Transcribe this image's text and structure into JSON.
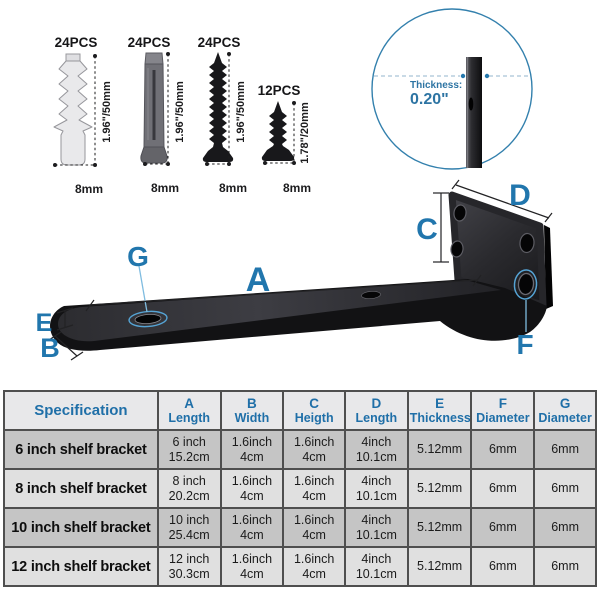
{
  "colors": {
    "accent_blue": "#2176ad",
    "detail_blue": "#2d74a3",
    "table_header_blue": "#1f6fa8",
    "row_dark": "#c5c5c5",
    "row_light": "#e0e0e0",
    "bracket_black": "#1b1b1e"
  },
  "hardware": {
    "items": [
      {
        "type": "white-plastic-anchor",
        "qty": "24PCS",
        "length": "1.96\"/50mm",
        "width": "8mm"
      },
      {
        "type": "gray-plastic-anchor",
        "qty": "24PCS",
        "length": "1.96\"/50mm",
        "width": "8mm"
      },
      {
        "type": "long-screw",
        "qty": "24PCS",
        "length": "1.96\"/50mm",
        "width": "8mm"
      },
      {
        "type": "short-screw",
        "qty": "12PCS",
        "length": "1.78\"/20mm",
        "width": "8mm"
      }
    ]
  },
  "thickness_detail": {
    "label": "Thickness:",
    "value": "0.20\""
  },
  "bracket": {
    "labels": {
      "a": "A",
      "b": "B",
      "c": "C",
      "d": "D",
      "e": "E",
      "f": "F",
      "g": "G"
    }
  },
  "spec_table": {
    "spec_header": "Specification",
    "columns": [
      {
        "letter": "A",
        "word": "Length"
      },
      {
        "letter": "B",
        "word": "Width"
      },
      {
        "letter": "C",
        "word": "Heigth"
      },
      {
        "letter": "D",
        "word": "Length"
      },
      {
        "letter": "E",
        "word": "Thickness"
      },
      {
        "letter": "F",
        "word": "Diameter"
      },
      {
        "letter": "G",
        "word": "Diameter"
      }
    ],
    "rows": [
      {
        "name": "6 inch shelf bracket",
        "cells": [
          [
            "6 inch",
            "15.2cm"
          ],
          [
            "1.6inch",
            "4cm"
          ],
          [
            "1.6inch",
            "4cm"
          ],
          [
            "4inch",
            "10.1cm"
          ],
          [
            "5.12mm"
          ],
          [
            "6mm"
          ],
          [
            "6mm"
          ]
        ]
      },
      {
        "name": "8 inch shelf bracket",
        "cells": [
          [
            "8 inch",
            "20.2cm"
          ],
          [
            "1.6inch",
            "4cm"
          ],
          [
            "1.6inch",
            "4cm"
          ],
          [
            "4inch",
            "10.1cm"
          ],
          [
            "5.12mm"
          ],
          [
            "6mm"
          ],
          [
            "6mm"
          ]
        ]
      },
      {
        "name": "10 inch shelf bracket",
        "cells": [
          [
            "10 inch",
            "25.4cm"
          ],
          [
            "1.6inch",
            "4cm"
          ],
          [
            "1.6inch",
            "4cm"
          ],
          [
            "4inch",
            "10.1cm"
          ],
          [
            "5.12mm"
          ],
          [
            "6mm"
          ],
          [
            "6mm"
          ]
        ]
      },
      {
        "name": "12 inch shelf bracket",
        "cells": [
          [
            "12 inch",
            "30.3cm"
          ],
          [
            "1.6inch",
            "4cm"
          ],
          [
            "1.6inch",
            "4cm"
          ],
          [
            "4inch",
            "10.1cm"
          ],
          [
            "5.12mm"
          ],
          [
            "6mm"
          ],
          [
            "6mm"
          ]
        ]
      }
    ]
  }
}
